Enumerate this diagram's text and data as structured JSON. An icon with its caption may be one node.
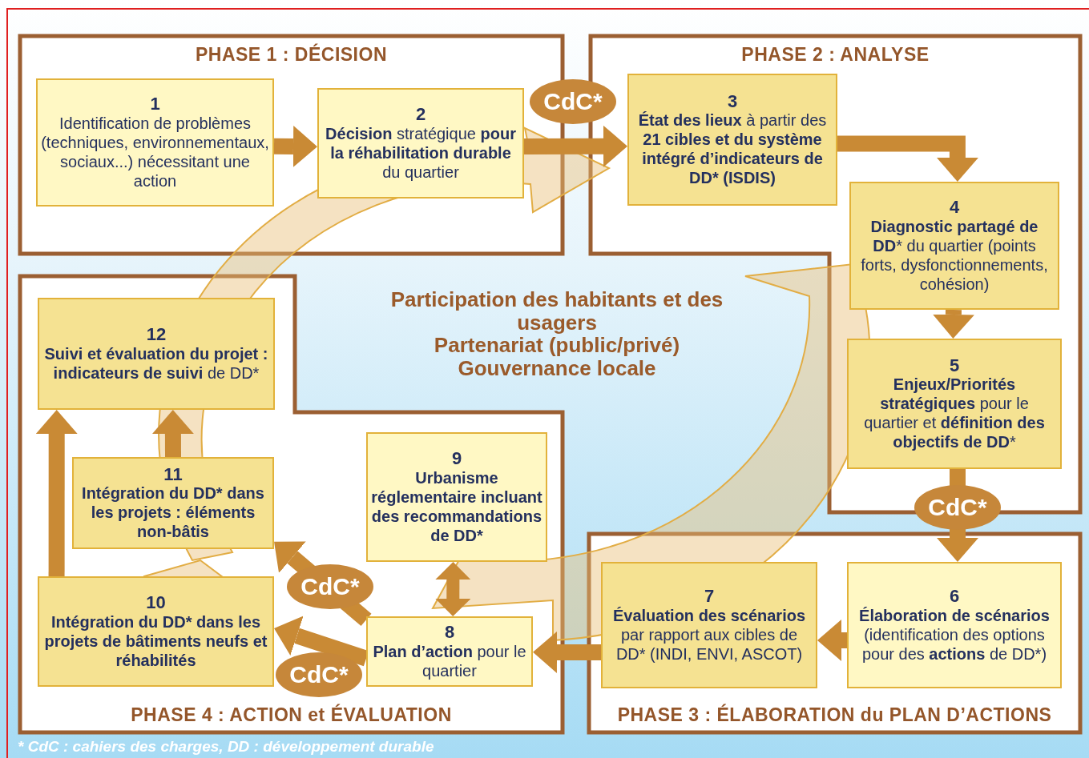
{
  "diagram": {
    "caption": "* CdC : cahiers des charges, DD : développement durable",
    "nodes": [
      {
        "text": [
          "PHASE 1 : DÉCISION"
        ]
      },
      {
        "text": [
          "1",
          "Identification de problèmes (techniques, environnementaux, sociaux...) nécessitant une action"
        ],
        "in": 0
      },
      {
        "text": [
          "2",
          "**Décision** stratégique **pour la réhabilitation durable** du quartier"
        ],
        "in": 0
      },
      {
        "text": [
          "PHASE 2 : ANALYSE"
        ]
      },
      {
        "text": [
          "3",
          "**État des lieux** à partir des **21 cibles et du système intégré d’indicateurs de DD* (ISDIS)**"
        ],
        "in": 3
      },
      {
        "text": [
          "4",
          "**Diagnostic partagé de DD*** du quartier (points forts, dysfonctionnements, cohésion)"
        ],
        "in": 3
      },
      {
        "text": [
          "5",
          "**Enjeux/Priorités stratégiques** pour le quartier et **définition des objectifs de DD***"
        ],
        "in": 3
      },
      {
        "text": [
          "PHASE 3 : ÉLABORATION du PLAN D’ACTIONS"
        ]
      },
      {
        "text": [
          "6",
          "**Élaboration de scénarios** (identification des options pour des **actions** de DD*)"
        ],
        "in": 7
      },
      {
        "text": [
          "7",
          "**Évaluation des scénarios** par rapport aux cibles de DD* (INDI, ENVI, ASCOT)"
        ],
        "in": 7
      },
      {
        "text": [
          "PHASE 4 : ACTION et ÉVALUATION"
        ]
      },
      {
        "text": [
          "8",
          "**Plan d’action** pour le quartier"
        ],
        "in": 10
      },
      {
        "text": [
          "9",
          "Urbanisme réglementaire incluant des recommandations de DD*"
        ],
        "in": 10
      },
      {
        "text": [
          "10",
          "Intégration du DD* dans les projets de bâtiments neufs et réhabilités"
        ],
        "in": 10
      },
      {
        "text": [
          "11",
          "Intégration du DD* dans les projets : éléments non-bâtis"
        ],
        "in": 10
      },
      {
        "text": [
          "12",
          "**Suivi et évaluation du projet : indicateurs de suivi** de DD*"
        ],
        "in": 10
      }
    ],
    "edges": [
      {
        "from": 1,
        "to": 2,
        "arrow": "to"
      },
      {
        "from": 2,
        "to": 4,
        "arrow": "to",
        "label": "CdC*"
      },
      {
        "from": 4,
        "to": 5,
        "arrow": "to"
      },
      {
        "from": 5,
        "to": 6,
        "arrow": "to"
      },
      {
        "from": 6,
        "to": 8,
        "arrow": "to",
        "label": "CdC*"
      },
      {
        "from": 8,
        "to": 9,
        "arrow": "to"
      },
      {
        "from": 9,
        "to": 11,
        "arrow": "to"
      },
      {
        "from": 11,
        "to": 12,
        "arrow": "both"
      },
      {
        "from": 11,
        "to": 14,
        "arrow": "to",
        "label": "CdC*"
      },
      {
        "from": 11,
        "to": 13,
        "arrow": "to",
        "label": "CdC*"
      },
      {
        "from": 13,
        "to": 15,
        "arrow": "to"
      },
      {
        "from": 14,
        "to": 15,
        "arrow": "to"
      }
    ],
    "labels": [
      "Participation des habitants et des usagers",
      "Partenariat (public/privé)",
      "Gouvernance locale"
    ]
  }
}
